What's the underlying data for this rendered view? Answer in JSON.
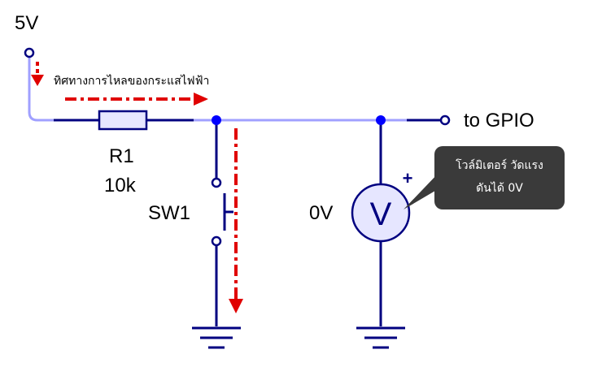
{
  "supply_label": "5V",
  "current_direction_label": "ทิศทางการไหลของกระแสไฟฟ้า",
  "resistor": {
    "name": "R1",
    "value": "10k"
  },
  "switch_label": "SW1",
  "meter_reading": "0V",
  "meter_symbol": "V",
  "meter_polarity": "+",
  "output_label": "to GPIO",
  "callout": {
    "line1": "โวล์มิเตอร์ วัดแรง",
    "line2": "ดันได้ 0V"
  },
  "colors": {
    "wire": "#000080",
    "wire_light": "#a0a0ff",
    "node": "#0000ff",
    "current_arrow": "#e00000",
    "component_fill": "#e6e6ff",
    "callout_bg": "#3a3a3a"
  }
}
